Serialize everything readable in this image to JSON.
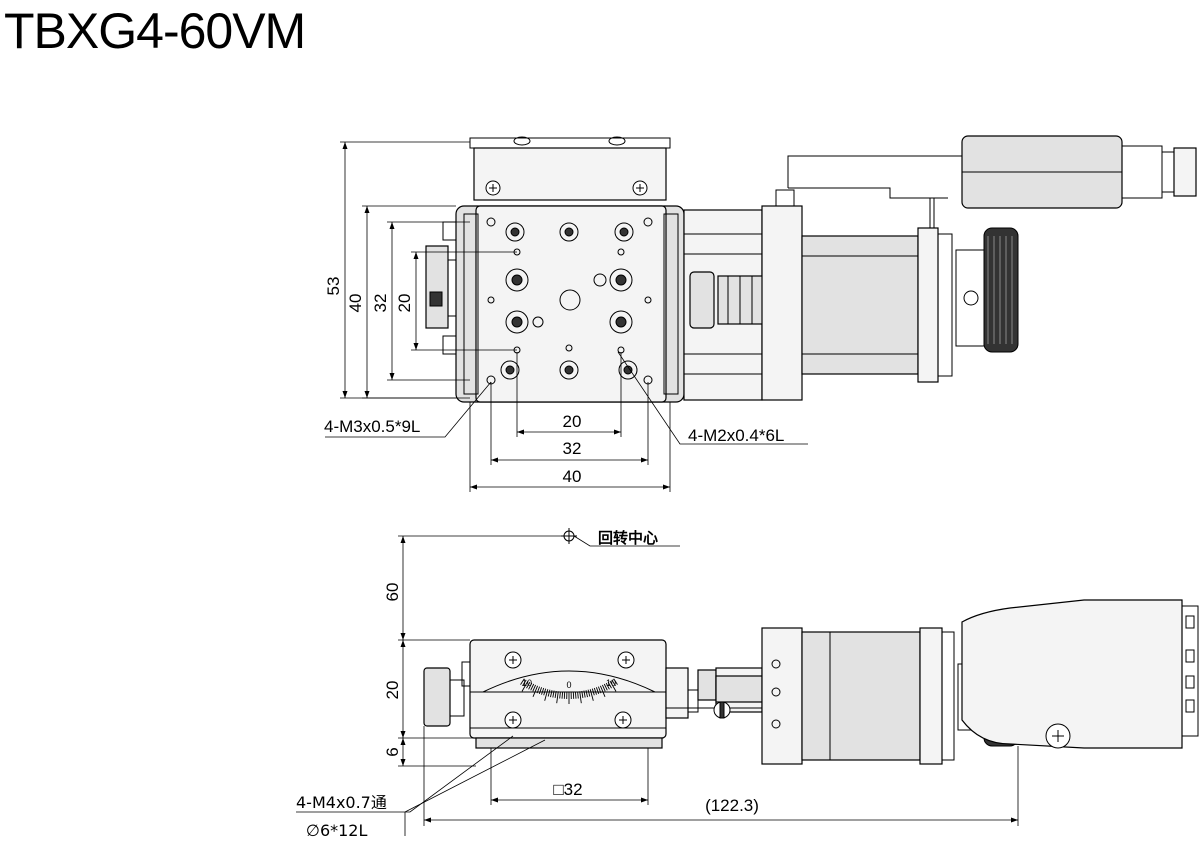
{
  "title": "TBXG4-60VM",
  "top_view": {
    "dims_vertical": [
      "53",
      "40",
      "32",
      "20"
    ],
    "dims_horizontal": [
      "20",
      "32",
      "40"
    ],
    "callout_left": "4-M3x0.5*9L",
    "callout_right": "4-M2x0.4*6L"
  },
  "side_view": {
    "rotation_center_label": "回转中心",
    "dims_vertical": [
      "60",
      "20",
      "6"
    ],
    "square_dim": "□32",
    "overall_length": "(122.3)",
    "callout_mount": "4-M4x0.7通",
    "callout_counterbore": "∅6*12L",
    "scale_labels": [
      "10",
      "0",
      "10"
    ]
  }
}
